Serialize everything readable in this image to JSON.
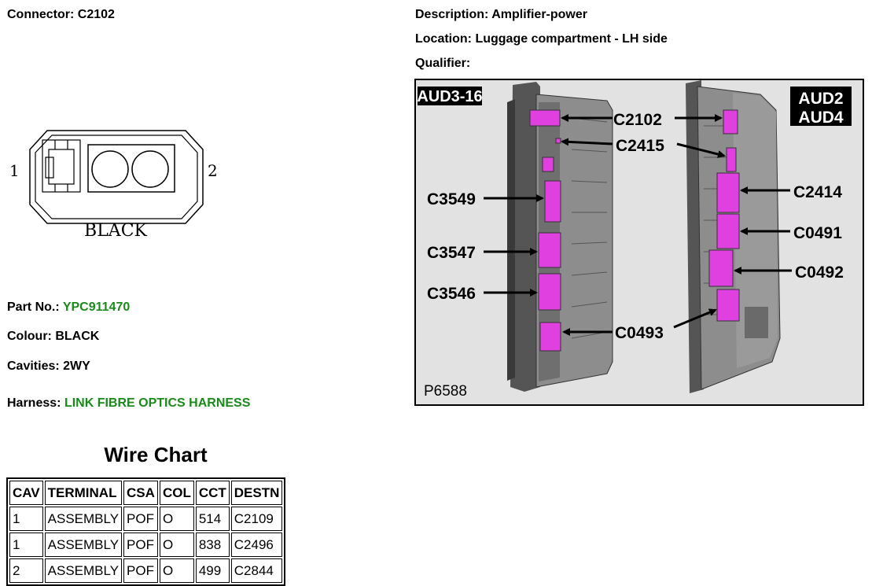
{
  "connector": {
    "label": "Connector:",
    "value": "C2102"
  },
  "description": {
    "label": "Description:",
    "value": "Amplifier-power"
  },
  "location": {
    "label": "Location:",
    "value": "Luggage compartment - LH side"
  },
  "qualifier": {
    "label": "Qualifier:",
    "value": ""
  },
  "diagram": {
    "pin_left": "1",
    "pin_right": "2",
    "color_text": "BLACK"
  },
  "part_no": {
    "label": "Part No.:",
    "value": "YPC911470"
  },
  "colour": {
    "label": "Colour:",
    "value": "BLACK"
  },
  "cavities": {
    "label": "Cavities:",
    "value": "2WY"
  },
  "harness": {
    "label": "Harness:",
    "value": "LINK FIBRE OPTICS HARNESS"
  },
  "wire_chart": {
    "title": "Wire Chart",
    "headers": [
      "CAV",
      "TERMINAL",
      "CSA",
      "COL",
      "CCT",
      "DESTN"
    ],
    "rows": [
      [
        "1",
        "ASSEMBLY",
        "POF",
        "O",
        "514",
        "C2109"
      ],
      [
        "1",
        "ASSEMBLY",
        "POF",
        "O",
        "838",
        "C2496"
      ],
      [
        "2",
        "ASSEMBLY",
        "POF",
        "O",
        "499",
        "C2844"
      ]
    ]
  },
  "photo": {
    "tag_left": "AUD3-16",
    "tag_right_1": "AUD2",
    "tag_right_2": "AUD4",
    "ref": "P6588",
    "callouts": {
      "c2102": "C2102",
      "c2415": "C2415",
      "c3549": "C3549",
      "c2414": "C2414",
      "c0491": "C0491",
      "c3547": "C3547",
      "c0492": "C0492",
      "c3546": "C3546",
      "c0493": "C0493"
    },
    "highlight_color": "#e040e0"
  }
}
